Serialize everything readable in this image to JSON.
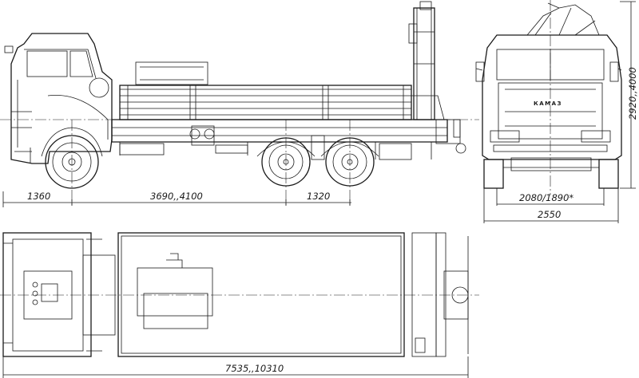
{
  "dimensions": {
    "front_overhang": "1360",
    "wheelbase": "3690,,4100",
    "rear_axle_spacing": "1320",
    "height": "2920,,4000",
    "track_width": "2080/1890*",
    "overall_width": "2550",
    "overall_length": "7535,,10310"
  },
  "brand_mark": "КАМАЗ"
}
